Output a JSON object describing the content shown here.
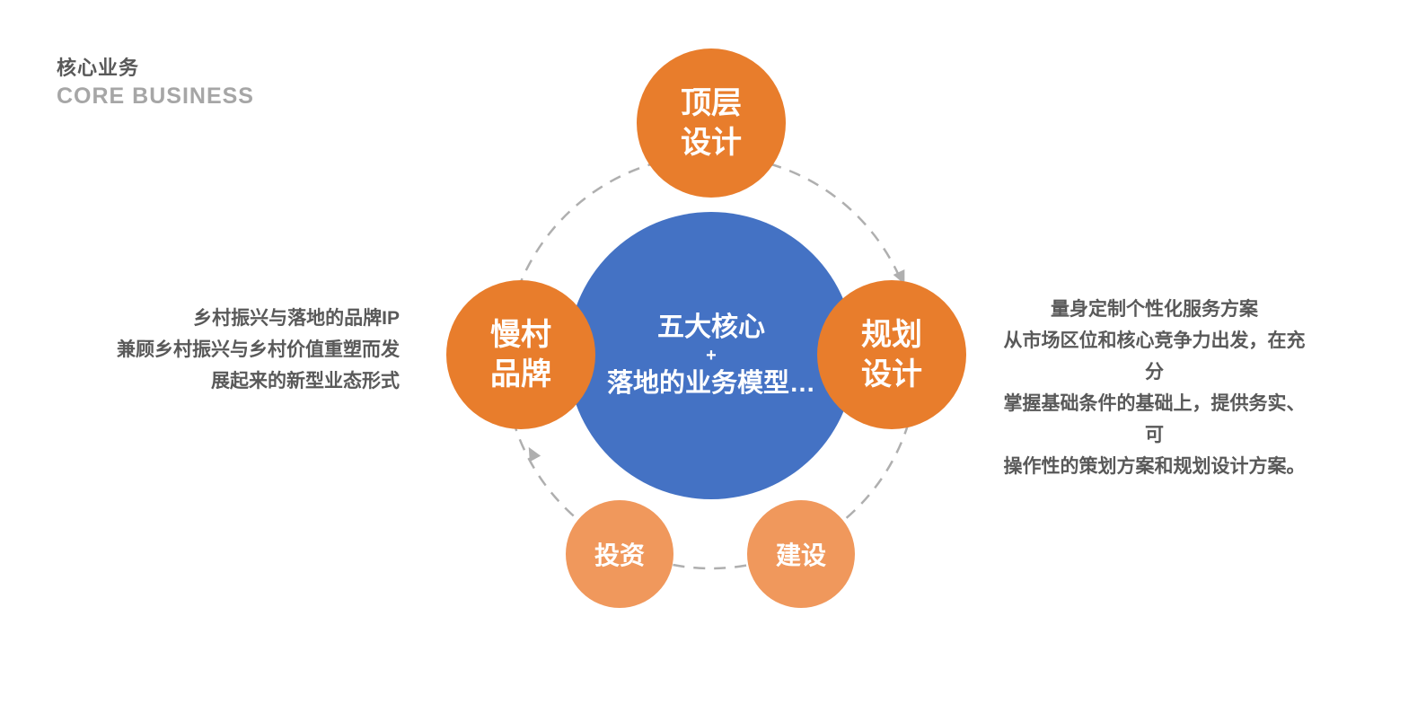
{
  "header": {
    "title_zh": "核心业务",
    "title_en": "CORE BUSINESS"
  },
  "left_note": {
    "lines": [
      "乡村振兴与落地的品牌IP",
      "兼顾乡村振兴与乡村价值重塑而发",
      "展起来的新型业态形式"
    ]
  },
  "right_note": {
    "lines": [
      "量身定制个性化服务方案",
      "从市场区位和核心竞争力出发，在充分",
      "掌握基础条件的基础上，提供务实、可",
      "操作性的策划方案和规划设计方案。"
    ]
  },
  "diagram": {
    "center_circle": {
      "line1": "五大核心",
      "line2": "+",
      "line3": "落地的业务模型…",
      "color": "#4472C4"
    },
    "satellites": [
      {
        "id": "top-level-design",
        "label": "顶层\n设计",
        "color": "#E87D2C"
      },
      {
        "id": "slow-village-brand",
        "label": "慢村\n品牌",
        "color": "#E87D2C"
      },
      {
        "id": "planning-design",
        "label": "规划\n设计",
        "color": "#E87D2C"
      },
      {
        "id": "investment",
        "label": "投资",
        "color": "#F0985C"
      },
      {
        "id": "construction",
        "label": "建设",
        "color": "#F0985C"
      }
    ],
    "ring": {
      "color": "#AFAFAF",
      "arrowheads": 2
    }
  },
  "colors": {
    "orange_primary": "#E87D2C",
    "orange_light": "#F0985C",
    "blue_center": "#4472C4",
    "ring_gray": "#AFAFAF",
    "text_dark_gray": "#595959",
    "text_light_gray": "#A6A6A6",
    "circle_text": "#FFFFFF",
    "background": "#FFFFFF"
  }
}
